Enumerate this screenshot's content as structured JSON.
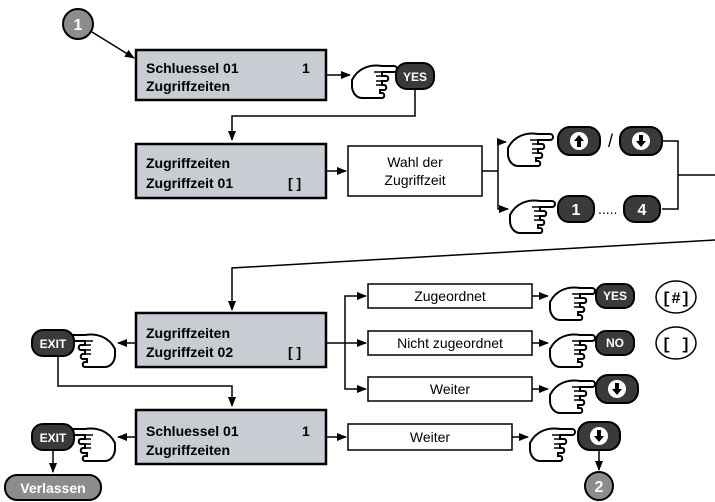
{
  "steps": {
    "start": "1",
    "end": "2"
  },
  "lcd1": {
    "line1": "Schluessel 01",
    "line2": "Zugriffzeiten",
    "value": "1"
  },
  "lcd2": {
    "line1": "Zugriffzeiten",
    "line2": "Zugriffzeit 01",
    "value": "[ ]"
  },
  "lcd3": {
    "line1": "Zugriffzeiten",
    "line2": "Zugriffzeit 02",
    "value": "[ ]"
  },
  "lcd4": {
    "line1": "Schluessel 01",
    "line2": "Zugriffzeiten",
    "value": "1"
  },
  "wahl_box": {
    "line1": "Wahl der",
    "line2": "Zugriffzeit"
  },
  "options": {
    "assigned": "Zugeordnet",
    "not_assigned": "Nicht zugeordnet",
    "next": "Weiter"
  },
  "next_box": "Weiter",
  "buttons": {
    "yes": "YES",
    "no": "NO",
    "exit": "EXIT",
    "one": "1",
    "four": "4"
  },
  "separators": {
    "slash": "/",
    "dots": "....."
  },
  "indicators": {
    "assigned": "[#]",
    "not_assigned": "[ ]"
  },
  "leave": "Verlassen",
  "colors": {
    "lcd_fill": "#c8ccd3",
    "button_fill": "#3a3a3a",
    "circle_fill": "#8c8c8c"
  },
  "icons": [
    "pointing-hand-icon",
    "arrow-up-icon",
    "arrow-down-icon"
  ]
}
